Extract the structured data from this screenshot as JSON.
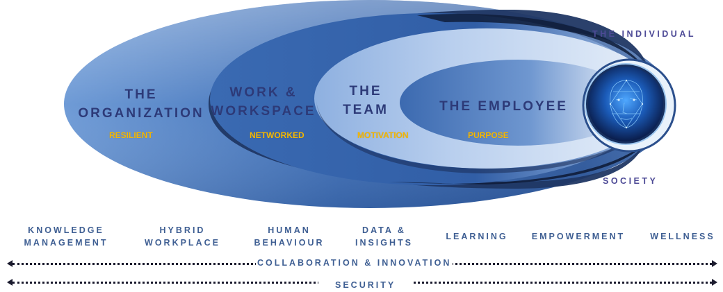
{
  "rings": {
    "organization": {
      "title": "THE\nORGANIZATION",
      "subtitle": "RESILIENT"
    },
    "workspace": {
      "title": "WORK &\nWORKSPACE",
      "subtitle": "NETWORKED"
    },
    "team": {
      "title": "THE\nTEAM",
      "subtitle": "MOTIVATION"
    },
    "employee": {
      "title": "THE EMPLOYEE",
      "subtitle": "PURPOSE"
    }
  },
  "outer_labels": {
    "individual": "THE INDIVIDUAL",
    "society": "SOCIETY"
  },
  "pillars": [
    "KNOWLEDGE\nMANAGEMENT",
    "HYBRID\nWORKPLACE",
    "HUMAN\nBEHAVIOUR",
    "DATA &\nINSIGHTS",
    "LEARNING",
    "EMPOWERMENT",
    "WELLNESS"
  ],
  "arrows": {
    "collaboration": "COLLABORATION & INNOVATION",
    "security": "SECURITY"
  },
  "colors": {
    "title": "#2d3a78",
    "subtitle": "#f2b705",
    "outer_label": "#4d4a96",
    "pillar": "#3f5f93",
    "ellipse_dark": "#2f5a9e",
    "ellipse_light": "#dfe9f6"
  },
  "icons": {
    "center": "digital-face-icon"
  }
}
